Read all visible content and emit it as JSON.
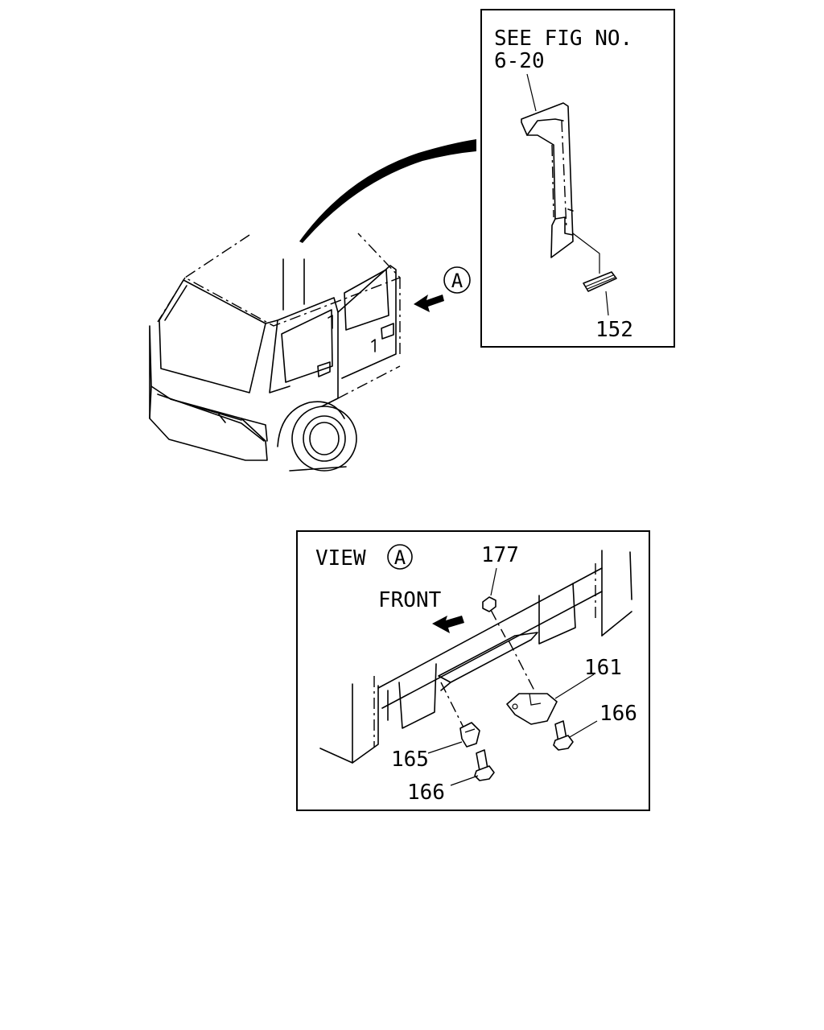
{
  "inset_top": {
    "reference_line1": "SEE FIG NO.",
    "reference_line2": "6-20",
    "part_152": "152"
  },
  "view_marker": {
    "letter": "A"
  },
  "inset_view": {
    "title": "VIEW",
    "title_letter": "A",
    "direction_label": "FRONT",
    "part_177": "177",
    "part_161": "161",
    "part_165": "165",
    "part_166_right": "166",
    "part_166_bottom": "166"
  }
}
